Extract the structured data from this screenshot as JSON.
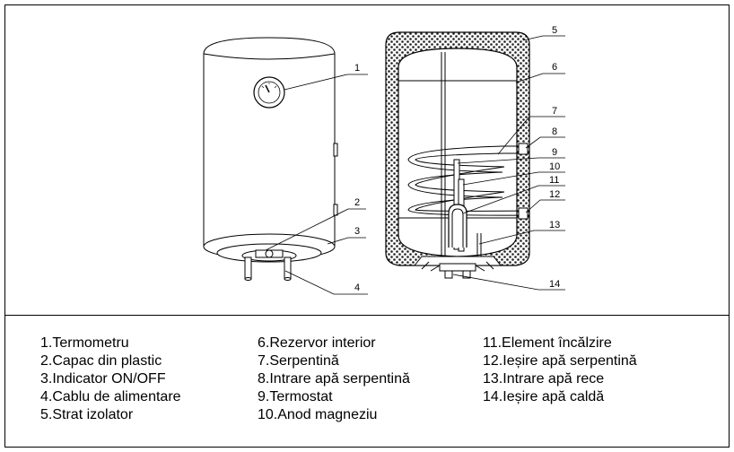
{
  "callouts": [
    "1",
    "2",
    "3",
    "4",
    "5",
    "6",
    "7",
    "8",
    "9",
    "10",
    "11",
    "12",
    "13",
    "14"
  ],
  "legend": {
    "col1": [
      "1.Termometru",
      "2.Capac din plastic",
      "3.Indicator ON/OFF",
      "4.Cablu de alimentare",
      "5.Strat izolator"
    ],
    "col2": [
      "6.Rezervor interior",
      "7.Serpentină",
      "8.Intrare apă serpentină",
      "9.Termostat",
      "10.Anod magneziu"
    ],
    "col3": [
      "11.Element încălzire",
      "12.Ieșire apă serpentină",
      "13.Intrare apă rece",
      "14.Ieșire apă caldă"
    ]
  }
}
